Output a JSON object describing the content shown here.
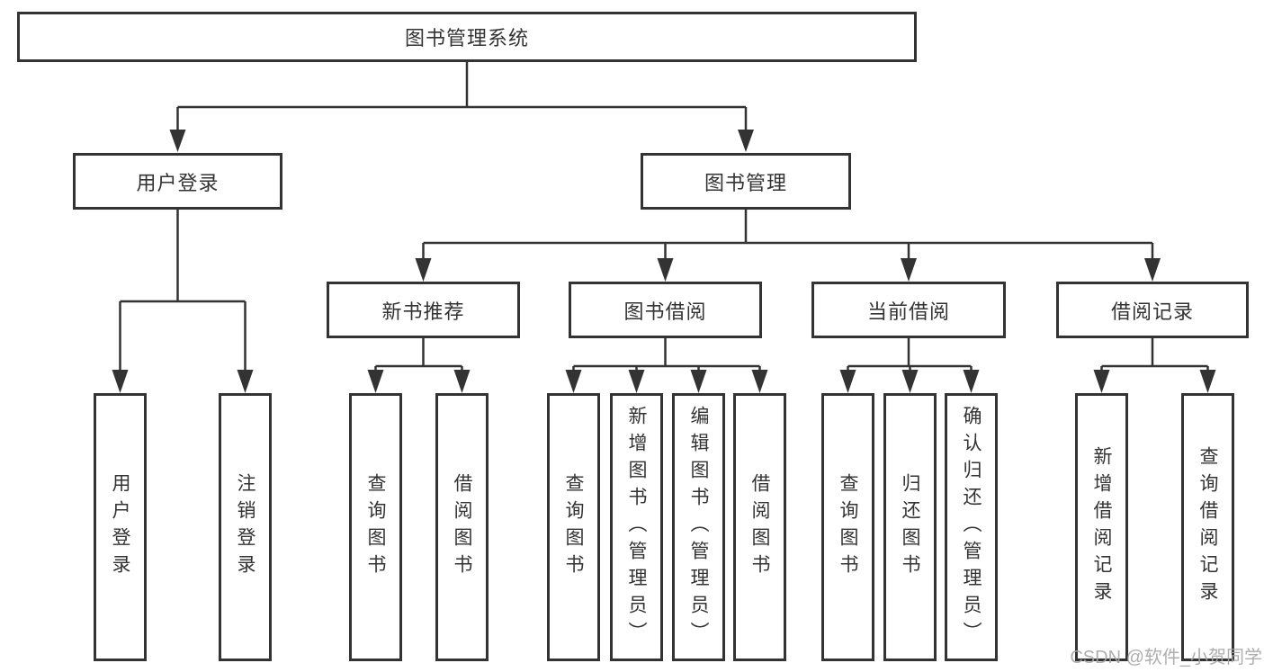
{
  "tree": {
    "root": {
      "label": "图书管理系统",
      "children": [
        {
          "label": "用户登录",
          "children": [
            {
              "label": "用户登录"
            },
            {
              "label": "注销登录"
            }
          ]
        },
        {
          "label": "图书管理",
          "children": [
            {
              "label": "新书推荐",
              "children": [
                {
                  "label": "查询图书"
                },
                {
                  "label": "借阅图书"
                }
              ]
            },
            {
              "label": "图书借阅",
              "children": [
                {
                  "label": "查询图书"
                },
                {
                  "label": "新增图书（管理员）"
                },
                {
                  "label": "编辑图书（管理员）"
                },
                {
                  "label": "借阅图书"
                }
              ]
            },
            {
              "label": "当前借阅",
              "children": [
                {
                  "label": "查询图书"
                },
                {
                  "label": "归还图书"
                },
                {
                  "label": "确认归还（管理员）"
                }
              ]
            },
            {
              "label": "借阅记录",
              "children": [
                {
                  "label": "新增借阅记录"
                },
                {
                  "label": "查询借阅记录"
                }
              ]
            }
          ]
        }
      ]
    }
  },
  "watermark": {
    "text": "CSDN @软件_小贺同学"
  },
  "colors": {
    "line": "#333333",
    "box_border": "#333333",
    "box_fill": "#ffffff",
    "text": "#333333",
    "watermark": "#a6a6a6",
    "background": "#ffffff"
  }
}
